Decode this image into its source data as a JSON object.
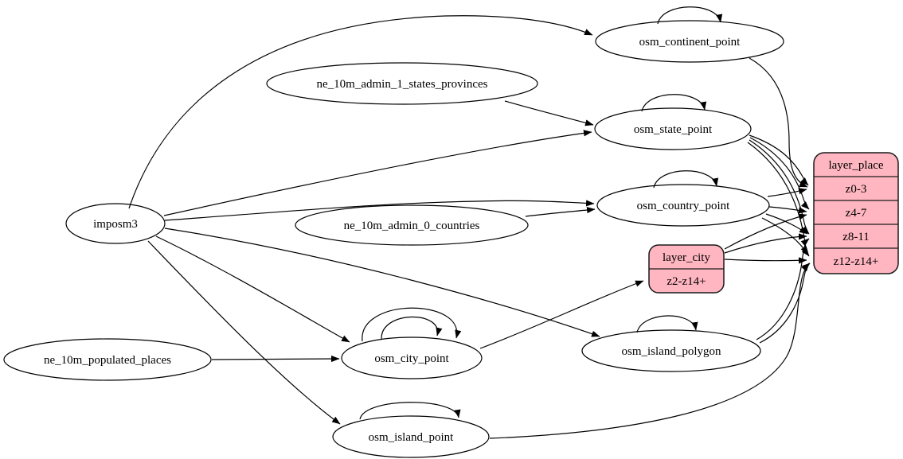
{
  "diagram": {
    "kind": "etl-dependency-graph",
    "colors": {
      "background": "#ffffff",
      "node_fill": "#ffffff",
      "record_fill": "#ffb6c1",
      "stroke": "#000000"
    },
    "nodes": {
      "imposm3": {
        "label": "imposm3",
        "shape": "ellipse"
      },
      "ne_10m_admin_1_states_provinces": {
        "label": "ne_10m_admin_1_states_provinces",
        "shape": "ellipse"
      },
      "ne_10m_admin_0_countries": {
        "label": "ne_10m_admin_0_countries",
        "shape": "ellipse"
      },
      "ne_10m_populated_places": {
        "label": "ne_10m_populated_places",
        "shape": "ellipse"
      },
      "osm_continent_point": {
        "label": "osm_continent_point",
        "shape": "ellipse"
      },
      "osm_state_point": {
        "label": "osm_state_point",
        "shape": "ellipse"
      },
      "osm_country_point": {
        "label": "osm_country_point",
        "shape": "ellipse"
      },
      "osm_city_point": {
        "label": "osm_city_point",
        "shape": "ellipse"
      },
      "osm_island_polygon": {
        "label": "osm_island_polygon",
        "shape": "ellipse"
      },
      "osm_island_point": {
        "label": "osm_island_point",
        "shape": "ellipse"
      },
      "layer_city": {
        "label": "layer_city",
        "shape": "record",
        "fields": [
          "z2-z14+"
        ]
      },
      "layer_place": {
        "label": "layer_place",
        "shape": "record",
        "fields": [
          "z0-3",
          "z4-7",
          "z8-11",
          "z12-z14+"
        ]
      }
    },
    "edges": [
      {
        "from": "imposm3",
        "to": "osm_continent_point"
      },
      {
        "from": "imposm3",
        "to": "osm_state_point"
      },
      {
        "from": "imposm3",
        "to": "osm_country_point"
      },
      {
        "from": "imposm3",
        "to": "osm_city_point"
      },
      {
        "from": "imposm3",
        "to": "osm_island_polygon"
      },
      {
        "from": "imposm3",
        "to": "osm_island_point"
      },
      {
        "from": "ne_10m_admin_1_states_provinces",
        "to": "osm_state_point"
      },
      {
        "from": "ne_10m_admin_0_countries",
        "to": "osm_country_point"
      },
      {
        "from": "ne_10m_populated_places",
        "to": "osm_city_point"
      },
      {
        "from": "osm_continent_point",
        "to": "osm_continent_point",
        "type": "self-loop"
      },
      {
        "from": "osm_state_point",
        "to": "osm_state_point",
        "type": "self-loop"
      },
      {
        "from": "osm_country_point",
        "to": "osm_country_point",
        "type": "self-loop"
      },
      {
        "from": "osm_city_point",
        "to": "osm_city_point",
        "type": "self-loop-outer"
      },
      {
        "from": "osm_city_point",
        "to": "osm_city_point",
        "type": "self-loop-inner"
      },
      {
        "from": "osm_island_polygon",
        "to": "osm_island_polygon",
        "type": "self-loop"
      },
      {
        "from": "osm_island_point",
        "to": "osm_island_point",
        "type": "self-loop"
      },
      {
        "from": "osm_continent_point",
        "to": "layer_place:z0-3"
      },
      {
        "from": "osm_state_point",
        "to": "layer_place:z0-3"
      },
      {
        "from": "osm_state_point",
        "to": "layer_place:z4-7"
      },
      {
        "from": "osm_state_point",
        "to": "layer_place:z8-11"
      },
      {
        "from": "osm_state_point",
        "to": "layer_place:z12-z14+"
      },
      {
        "from": "osm_country_point",
        "to": "layer_place:z0-3"
      },
      {
        "from": "osm_country_point",
        "to": "layer_place:z4-7"
      },
      {
        "from": "osm_country_point",
        "to": "layer_place:z8-11"
      },
      {
        "from": "osm_country_point",
        "to": "layer_place:z12-z14+"
      },
      {
        "from": "osm_city_point",
        "to": "layer_city:z2-z14+"
      },
      {
        "from": "layer_city",
        "to": "layer_place:z4-7"
      },
      {
        "from": "layer_city",
        "to": "layer_place:z8-11"
      },
      {
        "from": "layer_city",
        "to": "layer_place:z12-z14+"
      },
      {
        "from": "osm_island_polygon",
        "to": "layer_place:z8-11"
      },
      {
        "from": "osm_island_polygon",
        "to": "layer_place:z12-z14+"
      },
      {
        "from": "osm_island_point",
        "to": "layer_place:z12-z14+"
      }
    ]
  }
}
